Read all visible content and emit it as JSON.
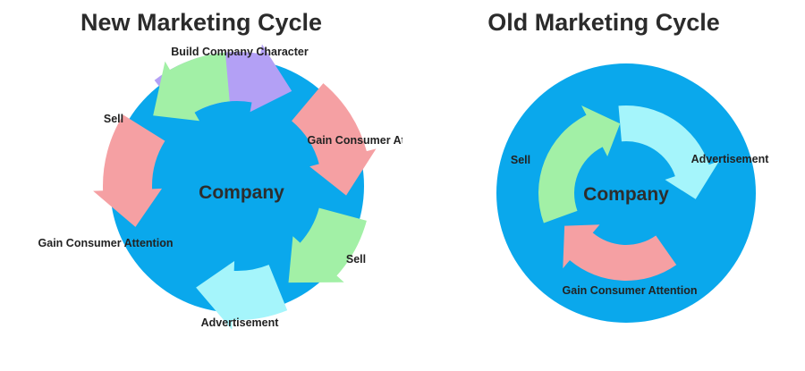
{
  "colors": {
    "hub": "#0aa8ec",
    "purple": "#b3a0f5",
    "pink": "#f5a0a3",
    "green": "#a2f0a6",
    "cyan": "#a5f5fb"
  },
  "new_cycle": {
    "title": "New Marketing Cycle",
    "center": "Company",
    "segments": [
      {
        "label": "Build Company Character",
        "color": "purple"
      },
      {
        "label": "Gain Consumer Attention",
        "color": "pink"
      },
      {
        "label": "Sell",
        "color": "green"
      },
      {
        "label": "Advertisement",
        "color": "cyan"
      },
      {
        "label": "Gain Consumer Attention",
        "color": "pink"
      },
      {
        "label": "Sell",
        "color": "green"
      }
    ]
  },
  "old_cycle": {
    "title": "Old Marketing Cycle",
    "center": "Company",
    "segments": [
      {
        "label": "Advertisement",
        "color": "cyan"
      },
      {
        "label": "Gain Consumer Attention",
        "color": "pink"
      },
      {
        "label": "Sell",
        "color": "green"
      }
    ]
  }
}
